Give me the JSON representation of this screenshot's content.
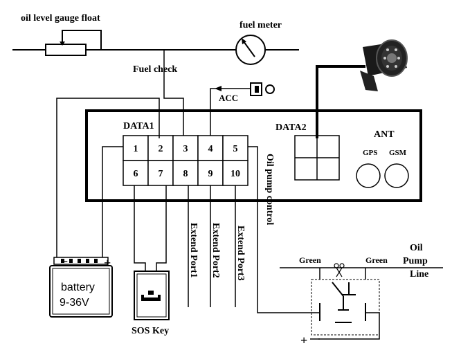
{
  "labels": {
    "oil_gauge": "oil level gauge float",
    "fuel_meter": "fuel meter",
    "fuel_check": "Fuel check",
    "acc": "ACC",
    "data1": "DATA1",
    "data2": "DATA2",
    "ant": "ANT",
    "gps": "GPS",
    "gsm": "GSM",
    "oil_pump_control": "Oil pump control",
    "green_left": "Green",
    "green_right": "Green",
    "oil_pump_line_1": "Oil",
    "oil_pump_line_2": "Pump",
    "oil_pump_line_3": "Line",
    "extend_port1": "Extend Port1",
    "extend_port2": "Extend Port2",
    "extend_port3": "Extend Port3",
    "battery_name": "battery",
    "battery_voltage": "9-36V",
    "battery_minus": "−",
    "battery_plus": "+",
    "sos_key": "SOS Key",
    "relay_plus": "+"
  },
  "pins": [
    "1",
    "2",
    "3",
    "4",
    "5",
    "6",
    "7",
    "8",
    "9",
    "10"
  ]
}
